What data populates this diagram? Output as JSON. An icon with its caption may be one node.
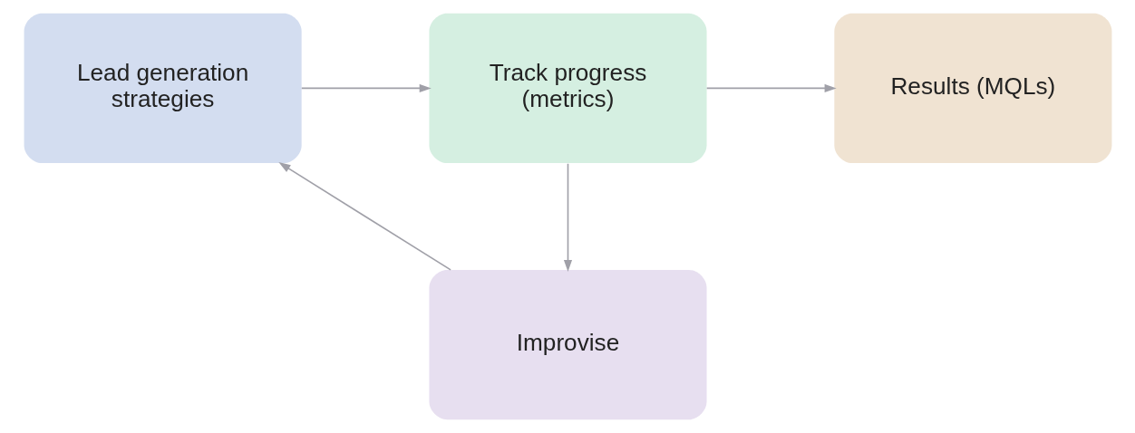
{
  "diagram": {
    "nodes": [
      {
        "text": [
          "Lead generation strategies"
        ]
      },
      {
        "text": [
          "Track progress (metrics)"
        ]
      },
      {
        "text": [
          "Results (MQLs)"
        ]
      },
      {
        "text": [
          "Improvise"
        ]
      }
    ],
    "edges": [
      {
        "from": 0,
        "to": 1,
        "arrow": "to"
      },
      {
        "from": 1,
        "to": 2,
        "arrow": "to"
      },
      {
        "from": 1,
        "to": 3,
        "arrow": "to"
      },
      {
        "from": 3,
        "to": 0,
        "arrow": "to"
      }
    ]
  }
}
